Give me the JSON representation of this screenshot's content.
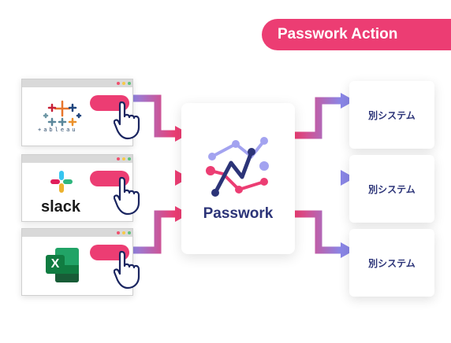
{
  "header": {
    "title": "Passwork Action"
  },
  "apps": [
    {
      "name": "tableau",
      "logo_text": "+ableau"
    },
    {
      "name": "slack",
      "logo_text": "slack"
    },
    {
      "name": "excel",
      "logo_text": "X"
    }
  ],
  "center": {
    "brand": "Passwork"
  },
  "systems": [
    {
      "label": "別システム"
    },
    {
      "label": "別システム"
    },
    {
      "label": "別システム"
    }
  ],
  "colors": {
    "pink": "#ec3d73",
    "violet": "#8a86e6",
    "navy": "#2c3478"
  }
}
